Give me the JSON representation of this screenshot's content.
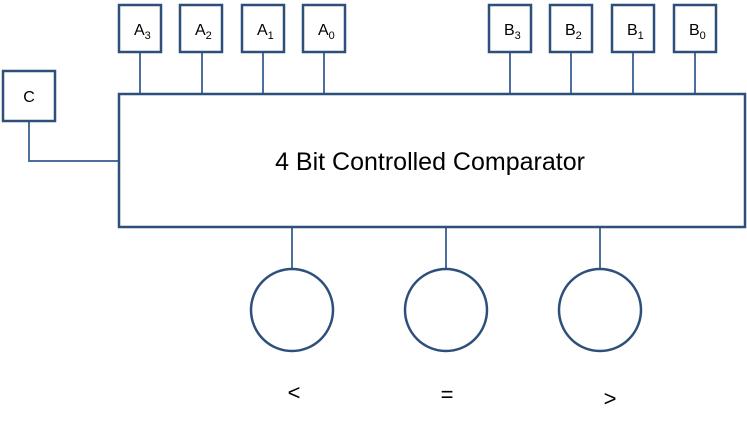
{
  "diagram": {
    "title": "4 Bit Controlled Comparator",
    "control_input": {
      "label": "C"
    },
    "inputs_a": [
      {
        "base": "A",
        "sub": "3"
      },
      {
        "base": "A",
        "sub": "2"
      },
      {
        "base": "A",
        "sub": "1"
      },
      {
        "base": "A",
        "sub": "0"
      }
    ],
    "inputs_b": [
      {
        "base": "B",
        "sub": "3"
      },
      {
        "base": "B",
        "sub": "2"
      },
      {
        "base": "B",
        "sub": "1"
      },
      {
        "base": "B",
        "sub": "0"
      }
    ],
    "outputs": [
      {
        "symbol": "<"
      },
      {
        "symbol": "="
      },
      {
        "symbol": ">"
      }
    ]
  }
}
